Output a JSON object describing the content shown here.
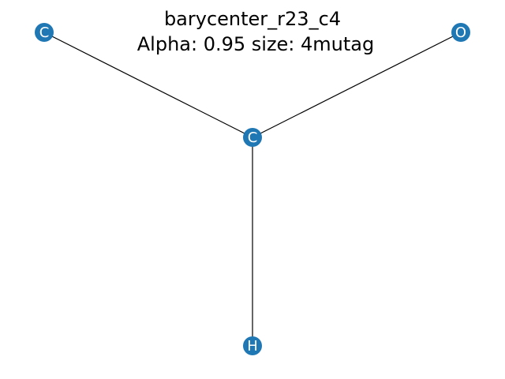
{
  "title": {
    "line1": "barycenter_r23_c4",
    "line2": "Alpha: 0.95 size: 4mutag"
  },
  "colors": {
    "node": "#1f77b4",
    "edge": "#000000",
    "label": "#ffffff"
  },
  "graph": {
    "nodes": [
      {
        "id": "n0",
        "label": "C"
      },
      {
        "id": "n1",
        "label": "O"
      },
      {
        "id": "n2",
        "label": "C"
      },
      {
        "id": "n3",
        "label": "H"
      }
    ],
    "edges": [
      {
        "source": "n0",
        "target": "n2"
      },
      {
        "source": "n1",
        "target": "n2"
      },
      {
        "source": "n2",
        "target": "n3"
      }
    ]
  }
}
